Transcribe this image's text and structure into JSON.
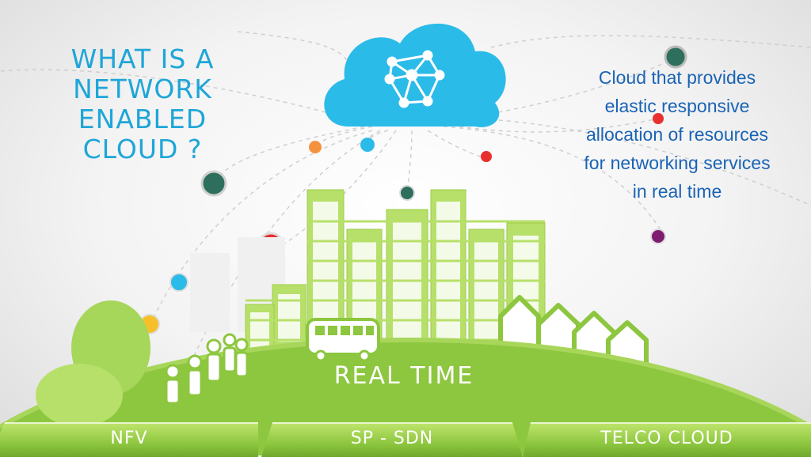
{
  "title": {
    "lines": [
      "WHAT IS A",
      "NETWORK",
      "ENABLED",
      "CLOUD ?"
    ]
  },
  "description": {
    "lines": [
      "Cloud that provides",
      "elastic responsive",
      "allocation of resources",
      "for networking services",
      "in real time"
    ]
  },
  "hill_label": "REAL TIME",
  "tabs": [
    {
      "label": "NFV"
    },
    {
      "label": "SP - SDN"
    },
    {
      "label": "TELCO CLOUD"
    }
  ],
  "colors": {
    "title": "#1ea6d8",
    "description": "#1a63b5",
    "cloud": "#2bbbe8",
    "hill": "#8dc63f",
    "building": "#b7e06a"
  },
  "icons": {
    "cloud": "network-cloud-icon",
    "bus": "bus-icon",
    "people": "people-icon"
  }
}
